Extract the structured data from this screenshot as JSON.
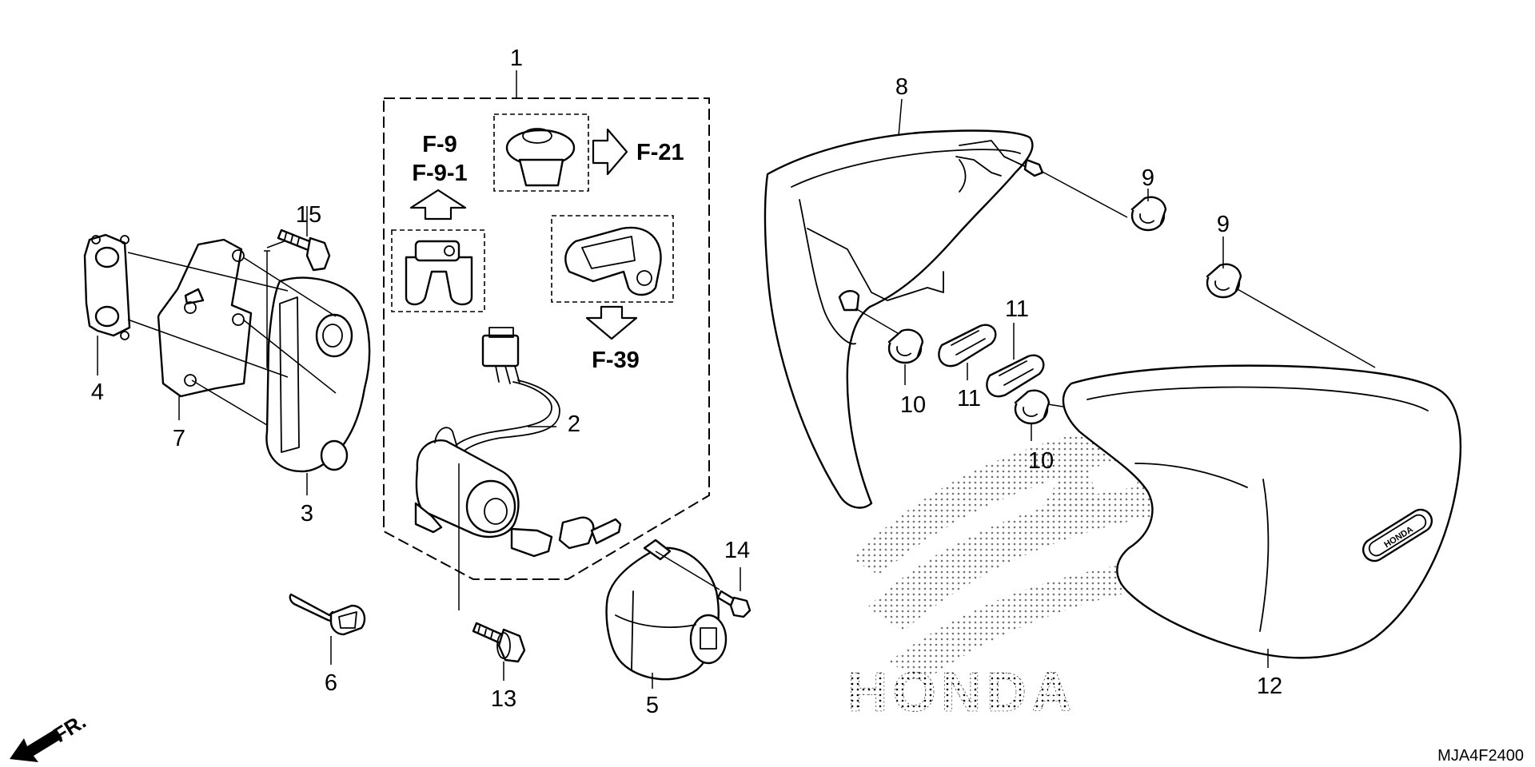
{
  "diagram": {
    "callouts": {
      "c1": "1",
      "c2": "2",
      "c3": "3",
      "c4": "4",
      "c5": "5",
      "c6": "6",
      "c7": "7",
      "c8": "8",
      "c9a": "9",
      "c9b": "9",
      "c10a": "10",
      "c10b": "10",
      "c11a": "11",
      "c11b": "11",
      "c12": "12",
      "c13": "13",
      "c14": "14",
      "c15": "15"
    },
    "references": {
      "f9": "F-9",
      "f91": "F-9-1",
      "f21": "F-21",
      "f39": "F-39"
    },
    "front_marker": "FR.",
    "watermark": "HONDA",
    "badge": "HONDA",
    "diagram_code": "MJA4F2400"
  }
}
